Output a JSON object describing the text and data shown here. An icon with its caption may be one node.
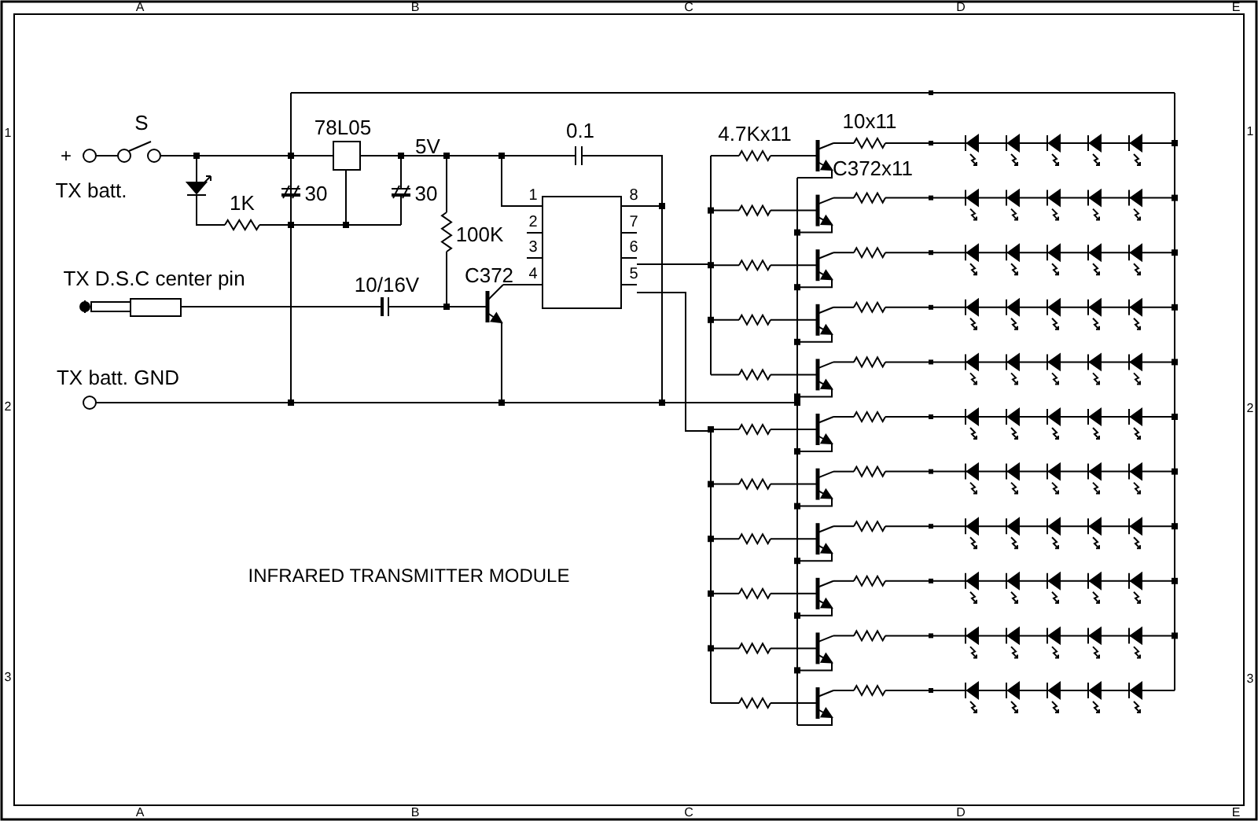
{
  "diagram": {
    "title": "INFRARED TRANSMITTER MODULE",
    "labels": [
      "A",
      "B",
      "C",
      "D",
      "E",
      "1",
      "1",
      "S",
      "78L05",
      "5V",
      "0.1",
      "4.7Kx11",
      "10x11",
      "+",
      "C372x11",
      "TX batt.",
      "1K",
      "30",
      "30",
      "1",
      "8",
      "2",
      "7",
      "100K",
      "3",
      "6",
      "TX D.S.C center pin",
      "10/16V",
      "C372",
      "4",
      "5",
      "TX batt. GND",
      "2",
      "2",
      "3",
      "3",
      "A",
      "B",
      "C",
      "D",
      "E"
    ]
  }
}
